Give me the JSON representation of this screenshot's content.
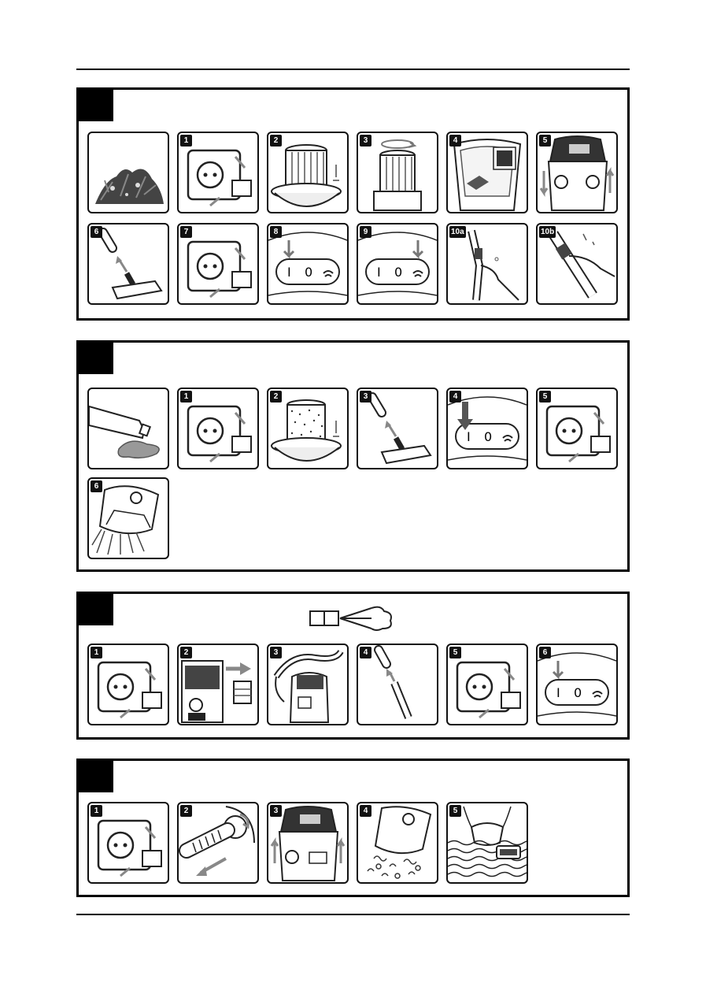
{
  "sections": [
    {
      "id": "dry-vacuuming",
      "has_header_icon": false,
      "panels": [
        {
          "step": "",
          "icon": "dry-debris-pile-icon"
        },
        {
          "step": "1",
          "icon": "unplug-socket-icon"
        },
        {
          "step": "2",
          "icon": "cartridge-filter-install-icon"
        },
        {
          "step": "3",
          "icon": "filter-twist-lock-icon"
        },
        {
          "step": "4",
          "icon": "dust-bag-install-icon"
        },
        {
          "step": "5",
          "icon": "attach-motor-head-icon"
        },
        {
          "step": "6",
          "icon": "attach-floor-nozzle-icon"
        },
        {
          "step": "7",
          "icon": "plug-in-socket-icon"
        },
        {
          "step": "8",
          "icon": "switch-position-one-icon"
        },
        {
          "step": "9",
          "icon": "switch-position-auto-icon"
        },
        {
          "step": "10a",
          "icon": "handle-air-slider-closed-icon"
        },
        {
          "step": "10b",
          "icon": "handle-air-slider-open-icon"
        }
      ]
    },
    {
      "id": "wet-vacuuming",
      "has_header_icon": false,
      "panels": [
        {
          "step": "",
          "icon": "spilled-liquid-icon"
        },
        {
          "step": "1",
          "icon": "unplug-socket-icon"
        },
        {
          "step": "2",
          "icon": "foam-filter-install-icon"
        },
        {
          "step": "3",
          "icon": "attach-floor-nozzle-icon"
        },
        {
          "step": "4",
          "icon": "switch-position-one-icon"
        },
        {
          "step": "5",
          "icon": "unplug-socket-icon"
        },
        {
          "step": "6",
          "icon": "empty-container-icon"
        }
      ]
    },
    {
      "id": "blower-function",
      "has_header_icon": true,
      "header_icon": "blower-air-flow-icon",
      "panels": [
        {
          "step": "1",
          "icon": "unplug-socket-icon"
        },
        {
          "step": "2",
          "icon": "blower-port-connect-icon"
        },
        {
          "step": "3",
          "icon": "attach-hose-blower-icon"
        },
        {
          "step": "4",
          "icon": "attach-crevice-nozzle-icon"
        },
        {
          "step": "5",
          "icon": "plug-in-socket-icon"
        },
        {
          "step": "6",
          "icon": "switch-position-one-icon"
        }
      ]
    },
    {
      "id": "cleaning-maintenance",
      "has_header_icon": false,
      "panels": [
        {
          "step": "1",
          "icon": "unplug-socket-icon"
        },
        {
          "step": "2",
          "icon": "detach-hose-icon"
        },
        {
          "step": "3",
          "icon": "remove-motor-head-icon"
        },
        {
          "step": "4",
          "icon": "empty-debris-icon"
        },
        {
          "step": "5",
          "icon": "wash-filter-icon"
        }
      ]
    }
  ]
}
